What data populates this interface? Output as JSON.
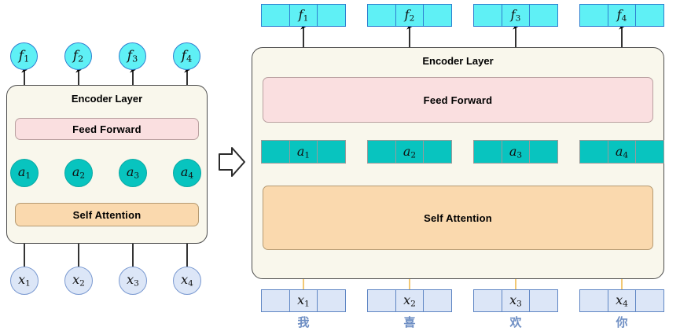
{
  "diagram": {
    "title": "Transformer Encoder Layer self-attention illustration",
    "transition_icon": "right-block-arrow-icon"
  },
  "colors": {
    "output_fill": "#5ff0f5",
    "output_border": "#2e7fd0",
    "attention_fill": "#08c4bf",
    "attention_border": "#9a9a9a",
    "input_fill": "#dce6f7",
    "input_border": "#5f86c4",
    "encoder_fill": "#f9f7ec",
    "encoder_border": "#4c4c4c",
    "feed_forward_fill": "#fadfe0",
    "feed_forward_border": "#b9a0a0",
    "self_attention_fill": "#fad9ae",
    "self_attention_border": "#b59a72",
    "head_1": "#4f7fc4",
    "head_2": "#c0504d",
    "head_3": "#79a957",
    "head_4": "#e8a317",
    "hanzi": "#6f8fc4"
  },
  "left_panel": {
    "encoder_label": "Encoder Layer",
    "feed_forward_label": "Feed Forward",
    "self_attention_label": "Self Attention",
    "outputs": [
      {
        "base": "f",
        "sub": "1"
      },
      {
        "base": "f",
        "sub": "2"
      },
      {
        "base": "f",
        "sub": "3"
      },
      {
        "base": "f",
        "sub": "4"
      }
    ],
    "attentions": [
      {
        "base": "a",
        "sub": "1"
      },
      {
        "base": "a",
        "sub": "2"
      },
      {
        "base": "a",
        "sub": "3"
      },
      {
        "base": "a",
        "sub": "4"
      }
    ],
    "inputs": [
      {
        "base": "x",
        "sub": "1"
      },
      {
        "base": "x",
        "sub": "2"
      },
      {
        "base": "x",
        "sub": "3"
      },
      {
        "base": "x",
        "sub": "4"
      }
    ]
  },
  "right_panel": {
    "encoder_label": "Encoder Layer",
    "feed_forward_label": "Feed Forward",
    "self_attention_label": "Self Attention",
    "vector_cells": 3,
    "outputs": [
      {
        "base": "f",
        "sub": "1"
      },
      {
        "base": "f",
        "sub": "2"
      },
      {
        "base": "f",
        "sub": "3"
      },
      {
        "base": "f",
        "sub": "4"
      }
    ],
    "attentions": [
      {
        "base": "a",
        "sub": "1"
      },
      {
        "base": "a",
        "sub": "2"
      },
      {
        "base": "a",
        "sub": "3"
      },
      {
        "base": "a",
        "sub": "4"
      }
    ],
    "inputs": [
      {
        "base": "x",
        "sub": "1",
        "token": "我"
      },
      {
        "base": "x",
        "sub": "2",
        "token": "喜"
      },
      {
        "base": "x",
        "sub": "3",
        "token": "欢"
      },
      {
        "base": "x",
        "sub": "4",
        "token": "你"
      }
    ]
  }
}
